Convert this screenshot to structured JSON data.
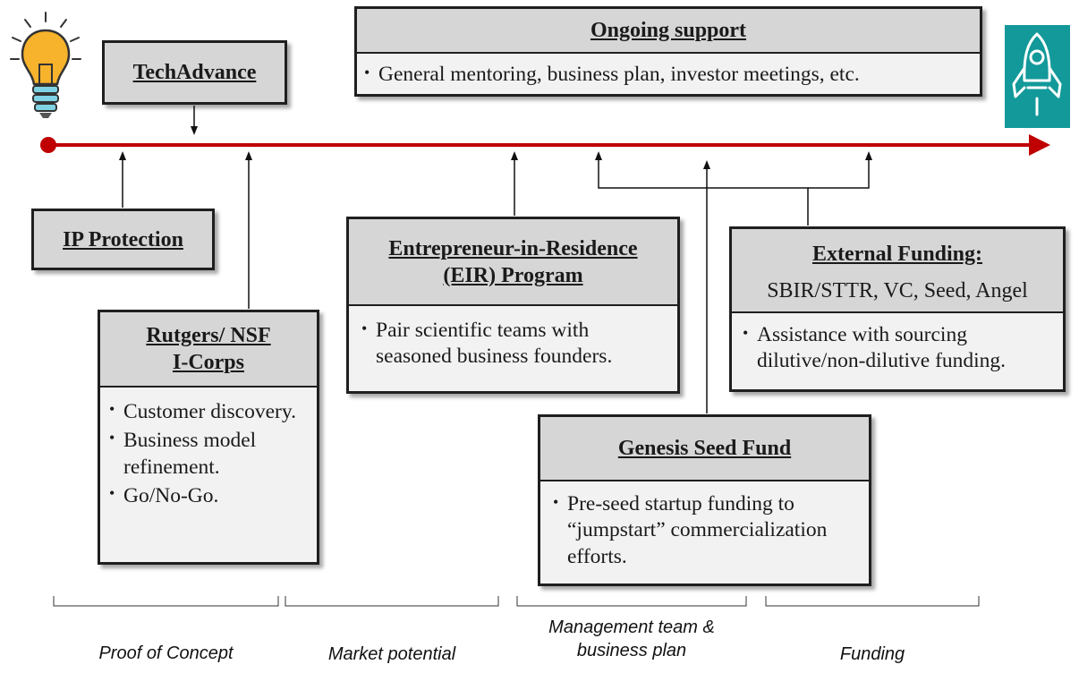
{
  "ongoing_support": {
    "title": "Ongoing support",
    "bullets": [
      "General mentoring, business plan, investor meetings, etc."
    ]
  },
  "techadvance": {
    "title": "TechAdvance"
  },
  "ip_protection": {
    "title": "IP Protection"
  },
  "icorps": {
    "title_line1": "Rutgers/ NSF",
    "title_line2": "I-Corps",
    "bullets": [
      "Customer discovery.",
      "Business model refinement.",
      "Go/No-Go."
    ]
  },
  "eir": {
    "title_line1": "Entrepreneur-in-Residence",
    "title_line2": "(EIR) Program",
    "bullets": [
      "Pair scientific teams with seasoned business founders."
    ]
  },
  "external_funding": {
    "title": "External Funding:",
    "subtitle": "SBIR/STTR, VC, Seed, Angel",
    "bullets": [
      "Assistance with sourcing dilutive/non-dilutive funding."
    ]
  },
  "genesis": {
    "title": "Genesis Seed Fund",
    "bullets": [
      "Pre-seed startup funding to “jumpstart” commercialization efforts."
    ]
  },
  "phases": {
    "proof_of_concept": "Proof of Concept",
    "market_potential": "Market potential",
    "management_team": "Management team &",
    "business_plan": "business plan",
    "funding": "Funding"
  },
  "icons": {
    "start": "lightbulb-icon",
    "end": "rocket-icon"
  },
  "colors": {
    "timeline": "#c00000",
    "rocket_bg": "#13999a",
    "bulb": "#f7b32b",
    "box_header": "#d6d6d6",
    "box_body": "#f2f2f2"
  }
}
